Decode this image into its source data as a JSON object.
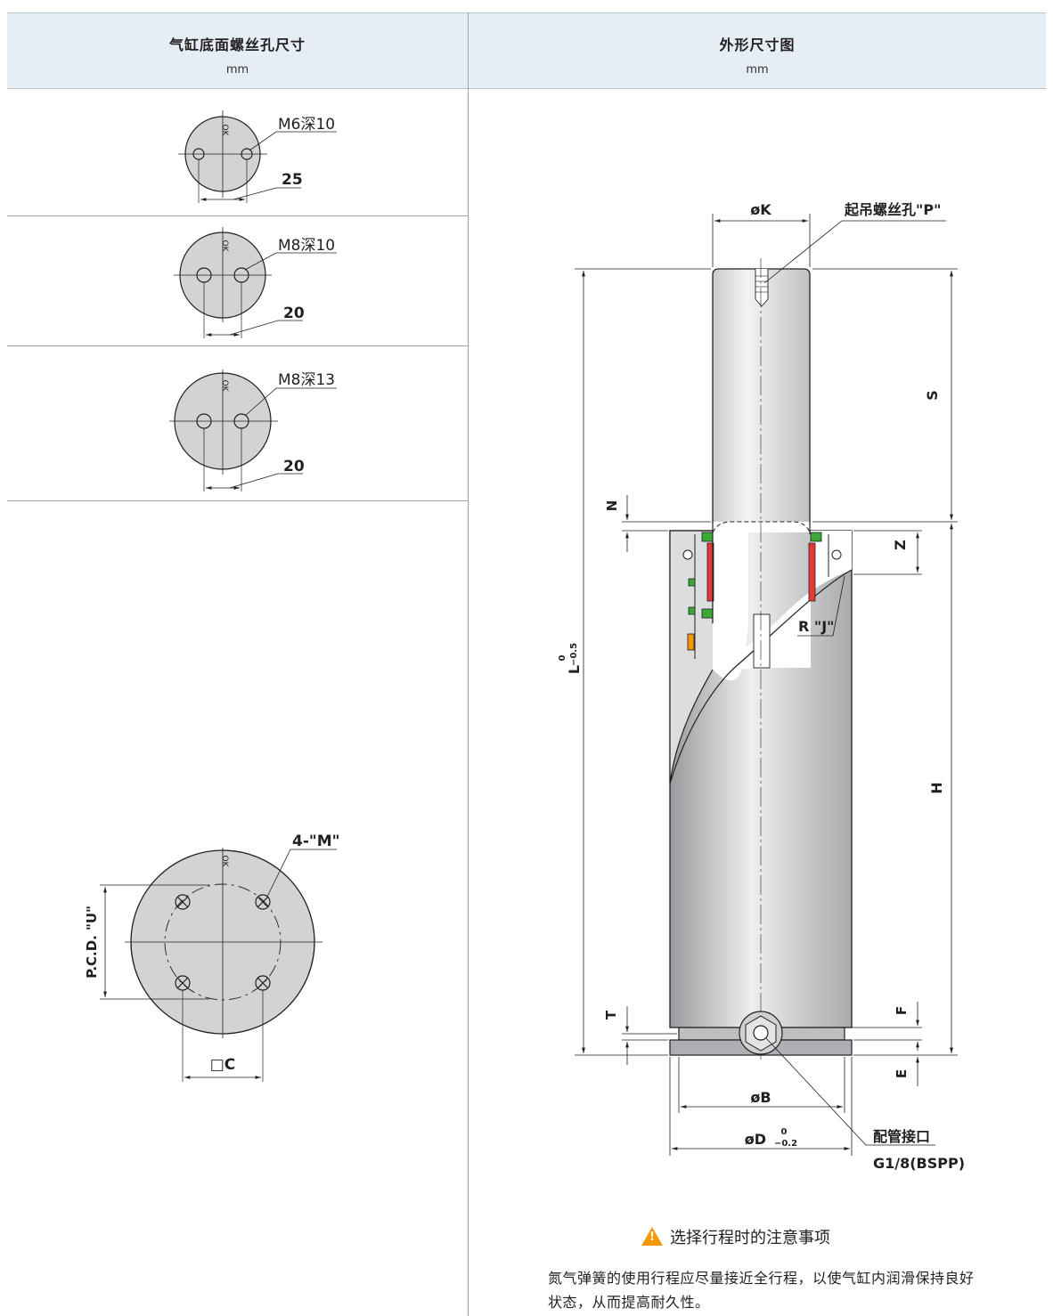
{
  "left_header": {
    "title": "气缸底面螺丝孔尺寸",
    "unit": "mm"
  },
  "right_header": {
    "title": "外形尺寸图",
    "unit": "mm"
  },
  "holes": [
    {
      "thread": "M6深10",
      "pitch": "25"
    },
    {
      "thread": "M8深10",
      "pitch": "20"
    },
    {
      "thread": "M8深13",
      "pitch": "20"
    }
  ],
  "four_hole": {
    "label": "4-\"M\"",
    "pcd": "P.C.D. \"U\"",
    "square": "□C"
  },
  "orientation_mark": "OK",
  "dims": {
    "K": "øK",
    "lift_hole": "起吊螺丝孔\"P\"",
    "S": "S",
    "N": "N",
    "Z": "Z",
    "RJ": "R \"J\"",
    "L": "L",
    "L_tol_upper": "0",
    "L_tol_lower": "−0.5",
    "H": "H",
    "T": "T",
    "F": "F",
    "E": "E",
    "B": "øB",
    "D": "øD",
    "D_tol_upper": "0",
    "D_tol_lower": "−0.2",
    "port_label": "配管接口",
    "port_spec": "G1/8(BSPP)"
  },
  "caution": {
    "title": "选择行程时的注意事项",
    "icon": "warning-icon",
    "text": "氮气弹簧的使用行程应尽量接近全行程，以使气缸内润滑保持良好状态，从而提高耐久性。"
  },
  "colors": {
    "header_bg": "#e6eef5",
    "body_gray": "#d2d3d5",
    "seal_red": "#e53935",
    "seal_green": "#3aa935",
    "warn": "#f39800"
  }
}
